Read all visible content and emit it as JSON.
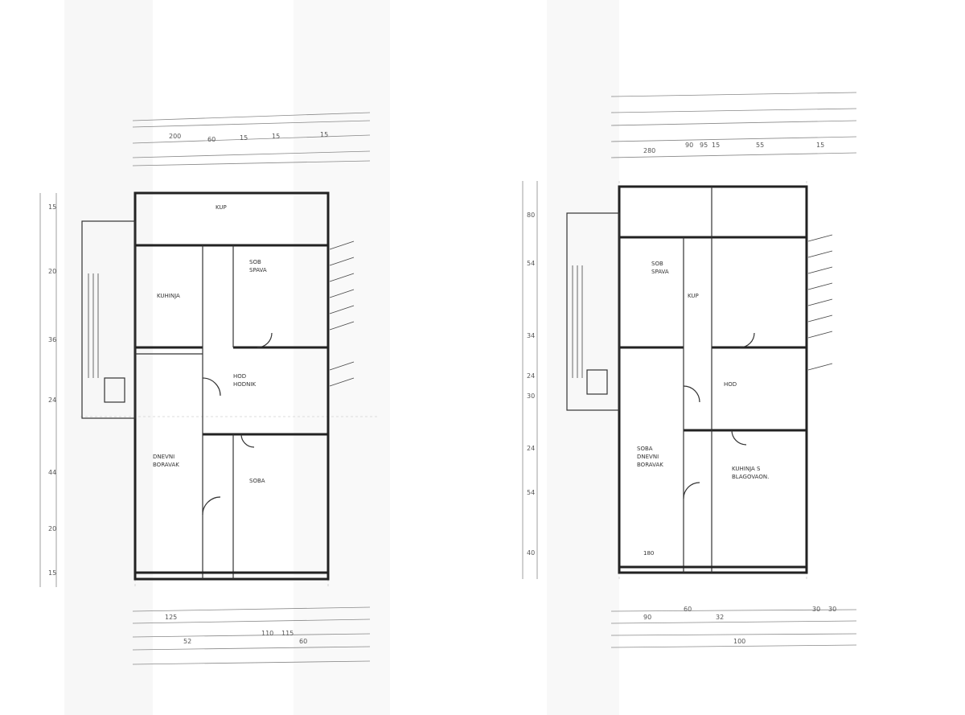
{
  "plan_left": {
    "top_dims": [
      "200",
      "60",
      "15",
      "15",
      "15"
    ],
    "left_dims": [
      "15",
      "20",
      "36",
      "24",
      "44",
      "20",
      "15"
    ],
    "rooms": [
      {
        "lines": [
          "SOB",
          "SPAVA"
        ]
      },
      {
        "lines": [
          "HOD",
          "HODNIK"
        ]
      },
      {
        "lines": [
          "KUHINJA"
        ]
      },
      {
        "lines": [
          "DNEVNI",
          "BORAVAK"
        ]
      },
      {
        "lines": [
          "KUP"
        ]
      },
      {
        "lines": [
          "SOBA"
        ]
      }
    ],
    "bottom_dims": [
      "125",
      "52",
      "110",
      "115",
      "60"
    ]
  },
  "plan_right": {
    "top_dims": [
      "280",
      "90",
      "95",
      "15",
      "55",
      "15"
    ],
    "left_dims": [
      "80",
      "54",
      "34",
      "24",
      "30",
      "24",
      "54",
      "40"
    ],
    "rooms": [
      {
        "lines": [
          "SOB",
          "SPAVA"
        ]
      },
      {
        "lines": [
          "KUP"
        ]
      },
      {
        "lines": [
          "HOD"
        ]
      },
      {
        "lines": [
          "SOBA",
          "DNEVNI",
          "BORAVAK"
        ]
      },
      {
        "lines": [
          "KUHINJA S",
          "BLAGOVAON."
        ]
      },
      {
        "lines": [
          "180"
        ]
      }
    ],
    "bottom_dims": [
      "90",
      "60",
      "32",
      "100",
      "30",
      "30"
    ]
  }
}
